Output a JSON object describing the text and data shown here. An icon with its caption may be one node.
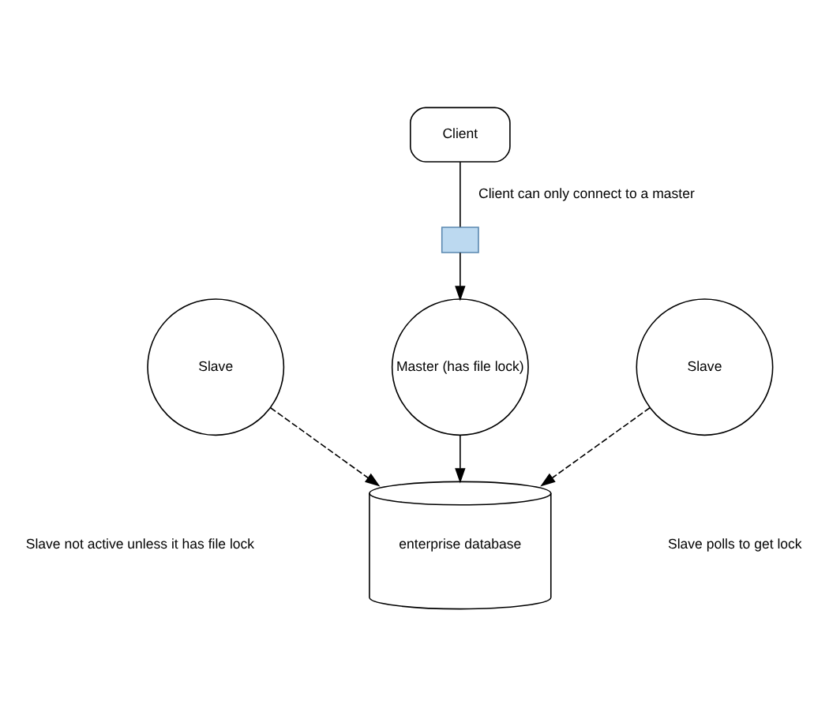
{
  "diagram": {
    "nodes": [
      {
        "text": [
          "Client"
        ]
      },
      {
        "text": [],
        "shape": "envelope"
      },
      {
        "text": [
          "Slave"
        ]
      },
      {
        "text": [
          "Master (has file lock)"
        ]
      },
      {
        "text": [
          "Slave"
        ]
      },
      {
        "text": [
          "enterprise database"
        ]
      }
    ],
    "edges": [
      {
        "from": 0,
        "to": 1,
        "arrow": "none",
        "label": "Client can only connect to a master"
      },
      {
        "from": 1,
        "to": 3,
        "arrow": "to"
      },
      {
        "from": 2,
        "to": 5,
        "arrow": "to",
        "style": "dashed"
      },
      {
        "from": 3,
        "to": 5,
        "arrow": "to"
      },
      {
        "from": 4,
        "to": 5,
        "arrow": "to",
        "style": "dashed"
      }
    ],
    "labels": [
      "Slave not active unless it has file lock",
      "Slave polls to get lock"
    ]
  }
}
